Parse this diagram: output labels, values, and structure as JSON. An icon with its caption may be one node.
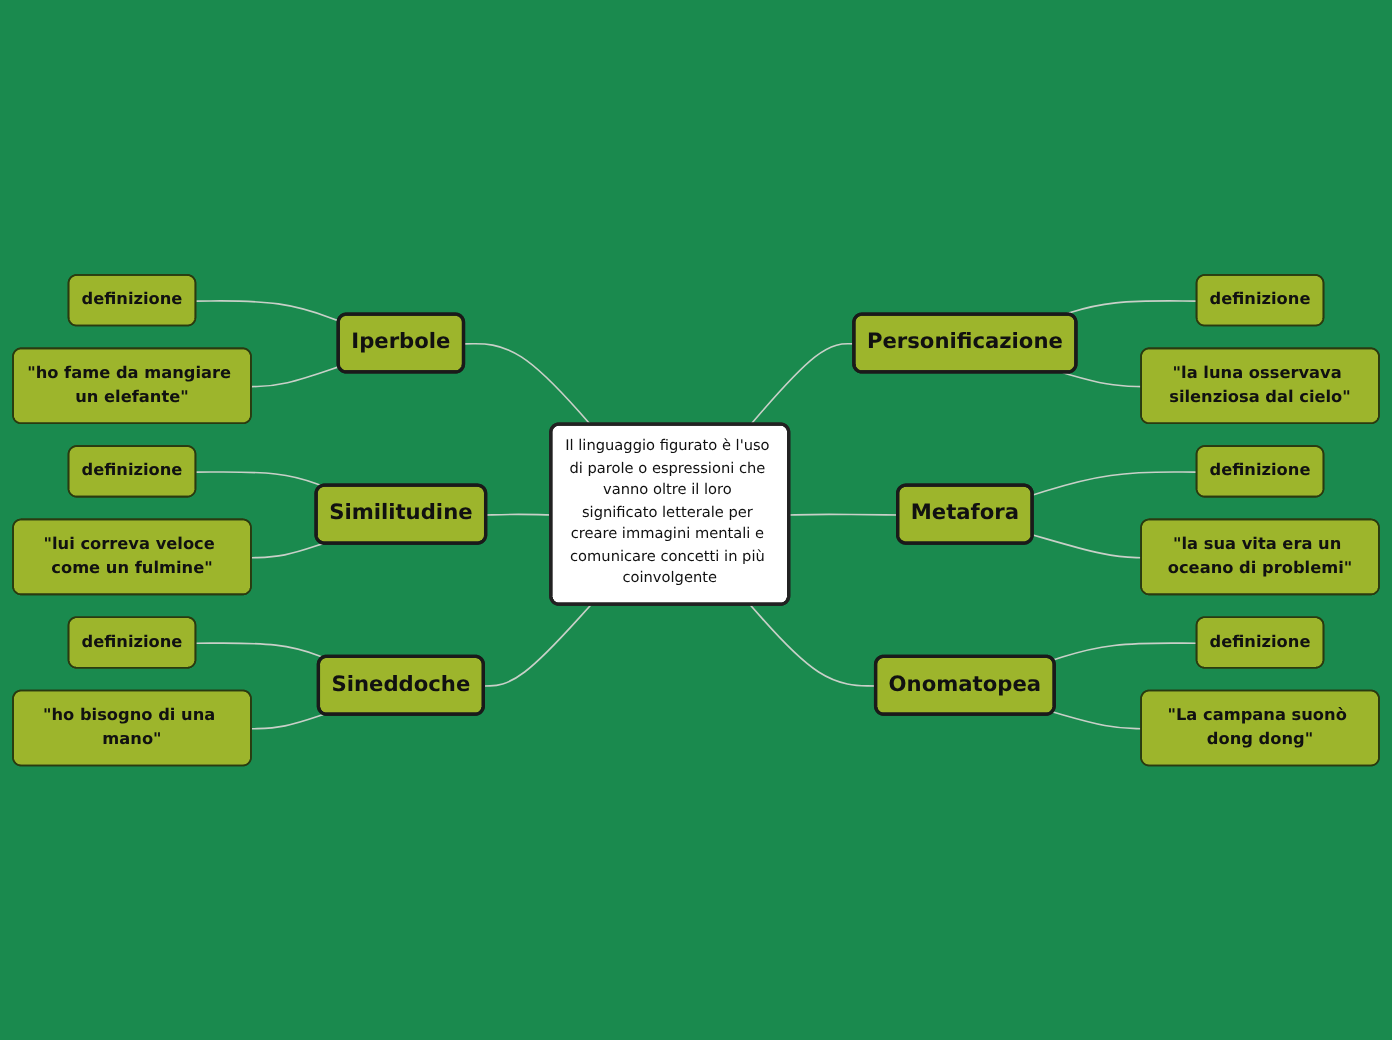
{
  "diagram": {
    "nodes": [
      {
        "text": [
          "Il linguaggio figurato è l'uso di parole o espressioni che vanno oltre il loro significato letterale per creare immagini mentali e comunicare concetti in più coinvolgente"
        ]
      },
      {
        "text": [
          "Iperbole"
        ]
      },
      {
        "text": [
          "definizione"
        ]
      },
      {
        "text": [
          "\"ho fame da mangiare un elefante\""
        ]
      },
      {
        "text": [
          "Similitudine"
        ]
      },
      {
        "text": [
          "definizione"
        ]
      },
      {
        "text": [
          "\"lui correva veloce come un fulmine\""
        ]
      },
      {
        "text": [
          "Sineddoche"
        ]
      },
      {
        "text": [
          "definizione"
        ]
      },
      {
        "text": [
          "\"ho bisogno di una mano\""
        ]
      },
      {
        "text": [
          "Personificazione"
        ]
      },
      {
        "text": [
          "definizione"
        ]
      },
      {
        "text": [
          "\"la luna osservava silenziosa dal cielo\""
        ]
      },
      {
        "text": [
          "Metafora"
        ]
      },
      {
        "text": [
          "definizione"
        ]
      },
      {
        "text": [
          "\"la sua vita era un oceano di problemi\""
        ]
      },
      {
        "text": [
          "Onomatopea"
        ]
      },
      {
        "text": [
          "definizione"
        ]
      },
      {
        "text": [
          "\"La campana suonò dong dong\""
        ]
      }
    ],
    "edges": [
      {
        "from": 0,
        "to": 1,
        "arrow": "none"
      },
      {
        "from": 1,
        "to": 2,
        "arrow": "none"
      },
      {
        "from": 1,
        "to": 3,
        "arrow": "none"
      },
      {
        "from": 0,
        "to": 4,
        "arrow": "none"
      },
      {
        "from": 4,
        "to": 5,
        "arrow": "none"
      },
      {
        "from": 4,
        "to": 6,
        "arrow": "none"
      },
      {
        "from": 0,
        "to": 7,
        "arrow": "none"
      },
      {
        "from": 7,
        "to": 8,
        "arrow": "none"
      },
      {
        "from": 7,
        "to": 9,
        "arrow": "none"
      },
      {
        "from": 0,
        "to": 10,
        "arrow": "none"
      },
      {
        "from": 10,
        "to": 11,
        "arrow": "none"
      },
      {
        "from": 10,
        "to": 12,
        "arrow": "none"
      },
      {
        "from": 0,
        "to": 13,
        "arrow": "none"
      },
      {
        "from": 13,
        "to": 14,
        "arrow": "none"
      },
      {
        "from": 13,
        "to": 15,
        "arrow": "none"
      },
      {
        "from": 0,
        "to": 16,
        "arrow": "none"
      },
      {
        "from": 16,
        "to": 17,
        "arrow": "none"
      },
      {
        "from": 16,
        "to": 18,
        "arrow": "none"
      }
    ]
  }
}
